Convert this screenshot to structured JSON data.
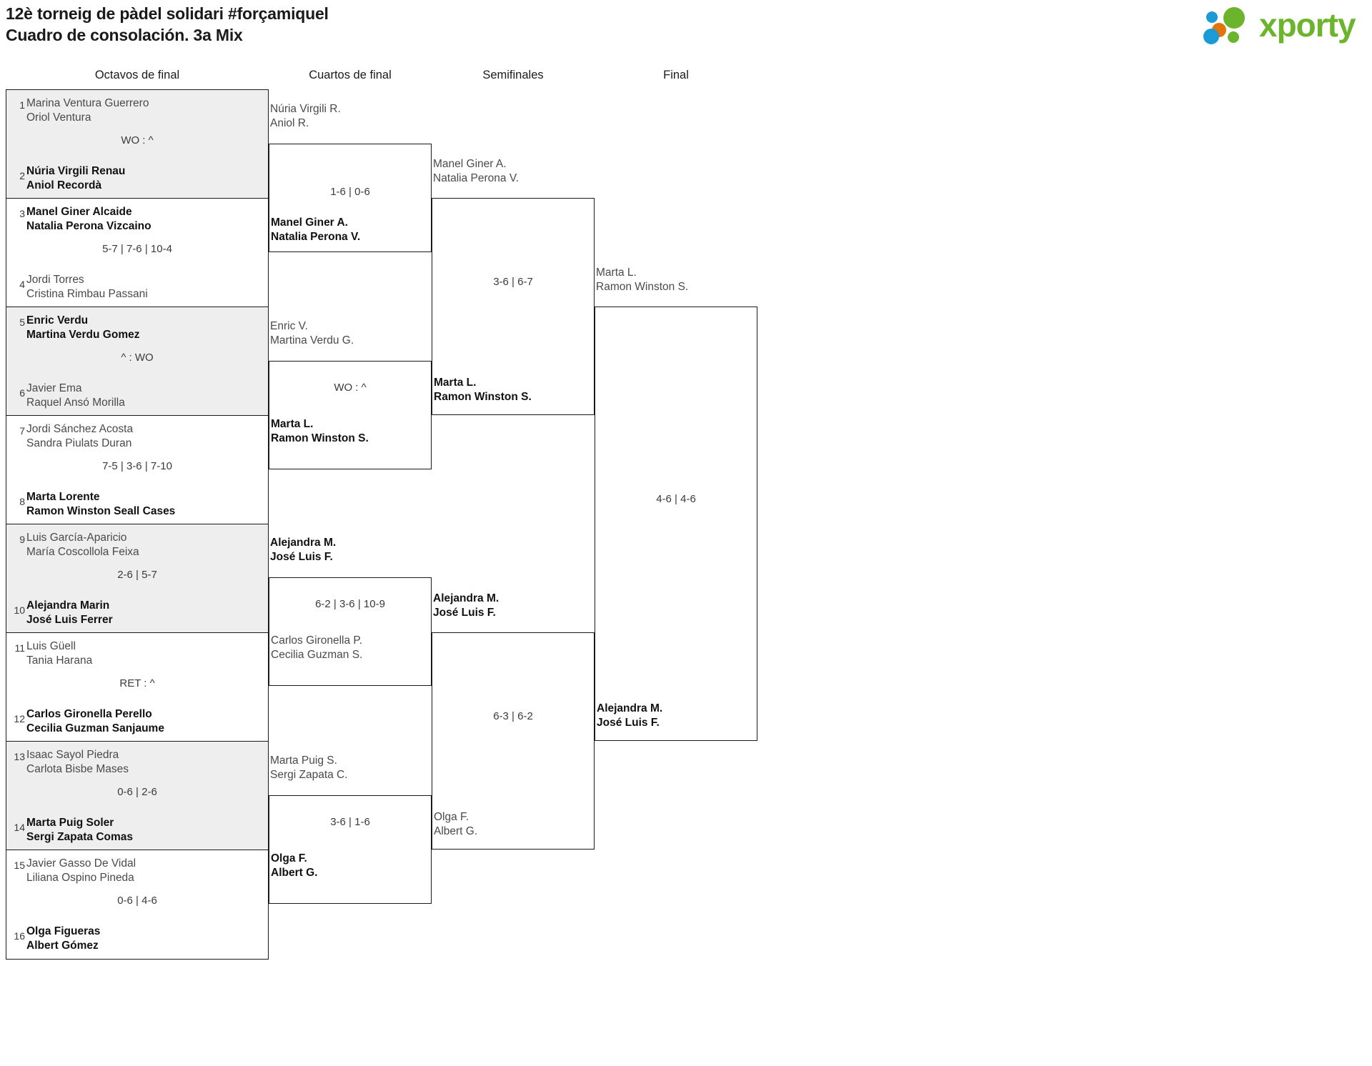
{
  "header": {
    "title_line1": "12è torneig de pàdel solidari #forçamiquel",
    "title_line2": "Cuadro de consolación. 3a Mix",
    "brand": "xporty",
    "brand_color": "#6cb42c",
    "dot_colors": {
      "blue": "#1b9ad6",
      "orange": "#e3740c",
      "green": "#6cb42c"
    }
  },
  "rounds": [
    {
      "label": "Octavos de final"
    },
    {
      "label": "Cuartos de final"
    },
    {
      "label": "Semifinales"
    },
    {
      "label": "Final"
    }
  ],
  "round1": [
    {
      "seed_top": "1",
      "seed_bot": "2",
      "top_p1": "Marina Ventura Guerrero",
      "top_p2": "Oriol Ventura",
      "bot_p1": "Núria Virgili Renau",
      "bot_p2": "Aniol Recordà",
      "score": "WO : ^",
      "winner": "bottom"
    },
    {
      "seed_top": "3",
      "seed_bot": "4",
      "top_p1": "Manel Giner Alcaide",
      "top_p2": "Natalia Perona Vizcaino",
      "bot_p1": "Jordi Torres",
      "bot_p2": "Cristina Rimbau Passani",
      "score": "5-7 | 7-6 | 10-4",
      "winner": "top"
    },
    {
      "seed_top": "5",
      "seed_bot": "6",
      "top_p1": "Enric Verdu",
      "top_p2": "Martina Verdu Gomez",
      "bot_p1": "Javier Ema",
      "bot_p2": "Raquel Ansó Morilla",
      "score": "^ : WO",
      "winner": "top"
    },
    {
      "seed_top": "7",
      "seed_bot": "8",
      "top_p1": "Jordi Sánchez Acosta",
      "top_p2": "Sandra Piulats Duran",
      "bot_p1": "Marta Lorente",
      "bot_p2": "Ramon Winston Seall Cases",
      "score": "7-5 | 3-6 | 7-10",
      "winner": "bottom"
    },
    {
      "seed_top": "9",
      "seed_bot": "10",
      "top_p1": "Luis García-Aparicio",
      "top_p2": "María Coscollola Feixa",
      "bot_p1": "Alejandra Marin",
      "bot_p2": "José Luis Ferrer",
      "score": "2-6 | 5-7",
      "winner": "bottom"
    },
    {
      "seed_top": "11",
      "seed_bot": "12",
      "top_p1": "Luis Güell",
      "top_p2": "Tania Harana",
      "bot_p1": "Carlos Gironella Perello",
      "bot_p2": "Cecilia Guzman Sanjaume",
      "score": "RET : ^",
      "winner": "bottom"
    },
    {
      "seed_top": "13",
      "seed_bot": "14",
      "top_p1": "Isaac Sayol Piedra",
      "top_p2": "Carlota Bisbe Mases",
      "bot_p1": "Marta Puig Soler",
      "bot_p2": "Sergi Zapata Comas",
      "score": "0-6 | 2-6",
      "winner": "bottom"
    },
    {
      "seed_top": "15",
      "seed_bot": "16",
      "top_p1": "Javier Gasso De Vidal",
      "top_p2": "Liliana Ospino Pineda",
      "bot_p1": "Olga Figueras",
      "bot_p2": "Albert Gómez",
      "score": "0-6 | 4-6",
      "winner": "bottom"
    }
  ],
  "round2": [
    {
      "top_p1": "Núria Virgili R.",
      "top_p2": "Aniol R.",
      "bot_p1": "Manel Giner A.",
      "bot_p2": "Natalia Perona V.",
      "score": "1-6 | 0-6",
      "winner": "bottom"
    },
    {
      "top_p1": "Enric V.",
      "top_p2": "Martina Verdu G.",
      "bot_p1": "Marta L.",
      "bot_p2": "Ramon Winston S.",
      "score": "WO : ^",
      "winner": "bottom"
    },
    {
      "top_p1": "Alejandra M.",
      "top_p2": "José Luis F.",
      "bot_p1": "Carlos Gironella P.",
      "bot_p2": "Cecilia Guzman S.",
      "score": "6-2 | 3-6 | 10-9",
      "winner": "top"
    },
    {
      "top_p1": "Marta Puig S.",
      "top_p2": "Sergi Zapata C.",
      "bot_p1": "Olga F.",
      "bot_p2": "Albert G.",
      "score": "3-6 | 1-6",
      "winner": "bottom"
    }
  ],
  "round3": [
    {
      "top_p1": "Manel Giner A.",
      "top_p2": "Natalia Perona V.",
      "bot_p1": "Marta L.",
      "bot_p2": "Ramon Winston S.",
      "score": "3-6 | 6-7",
      "winner": "bottom"
    },
    {
      "top_p1": "Alejandra M.",
      "top_p2": "José Luis F.",
      "bot_p1": "Olga F.",
      "bot_p2": "Albert G.",
      "score": "6-3 | 6-2",
      "winner": "top"
    }
  ],
  "round4": [
    {
      "top_p1": "Marta L.",
      "top_p2": "Ramon Winston S.",
      "bot_p1": "Alejandra M.",
      "bot_p2": "José Luis F.",
      "score": "4-6 | 4-6",
      "winner": "bottom"
    }
  ],
  "champion": {
    "p1": "Alejandra M.",
    "p2": "José Luis F."
  }
}
